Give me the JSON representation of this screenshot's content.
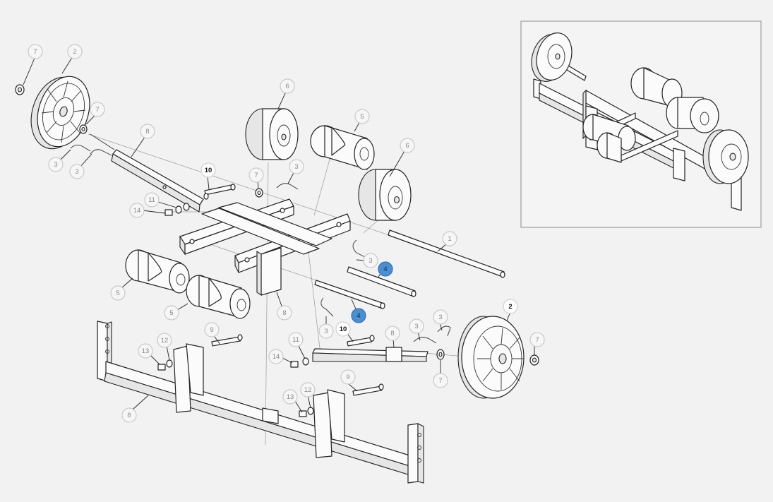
{
  "diagram": {
    "callouts": [
      {
        "id": "c7a",
        "label": "7",
        "style": "normal"
      },
      {
        "id": "c2a",
        "label": "2",
        "style": "normal"
      },
      {
        "id": "c7b",
        "label": "7",
        "style": "normal"
      },
      {
        "id": "c8a",
        "label": "8",
        "style": "normal"
      },
      {
        "id": "c3a",
        "label": "3",
        "style": "normal"
      },
      {
        "id": "c3b",
        "label": "3",
        "style": "normal"
      },
      {
        "id": "c6a",
        "label": "6",
        "style": "normal"
      },
      {
        "id": "c5a",
        "label": "5",
        "style": "normal"
      },
      {
        "id": "c6b",
        "label": "6",
        "style": "normal"
      },
      {
        "id": "c10a",
        "label": "10",
        "style": "dark"
      },
      {
        "id": "c7c",
        "label": "7",
        "style": "normal"
      },
      {
        "id": "c3c",
        "label": "3",
        "style": "normal"
      },
      {
        "id": "c11a",
        "label": "11",
        "style": "normal"
      },
      {
        "id": "c14a",
        "label": "14",
        "style": "normal"
      },
      {
        "id": "c1",
        "label": "1",
        "style": "normal"
      },
      {
        "id": "c3d",
        "label": "3",
        "style": "normal"
      },
      {
        "id": "c4a",
        "label": "4",
        "style": "highlight"
      },
      {
        "id": "c5b",
        "label": "5",
        "style": "normal"
      },
      {
        "id": "c5c",
        "label": "5",
        "style": "normal"
      },
      {
        "id": "c8b",
        "label": "8",
        "style": "normal"
      },
      {
        "id": "c4b",
        "label": "4",
        "style": "highlight"
      },
      {
        "id": "c3e",
        "label": "3",
        "style": "normal"
      },
      {
        "id": "c10b",
        "label": "10",
        "style": "dark"
      },
      {
        "id": "c3f",
        "label": "3",
        "style": "normal"
      },
      {
        "id": "c3g",
        "label": "3",
        "style": "normal"
      },
      {
        "id": "c2b",
        "label": "2",
        "style": "dark"
      },
      {
        "id": "c9a",
        "label": "9",
        "style": "normal"
      },
      {
        "id": "c12a",
        "label": "12",
        "style": "normal"
      },
      {
        "id": "c13a",
        "label": "13",
        "style": "normal"
      },
      {
        "id": "c11b",
        "label": "11",
        "style": "normal"
      },
      {
        "id": "c8c",
        "label": "8",
        "style": "normal"
      },
      {
        "id": "c7d",
        "label": "7",
        "style": "normal"
      },
      {
        "id": "c14b",
        "label": "14",
        "style": "normal"
      },
      {
        "id": "c7e",
        "label": "7",
        "style": "normal"
      },
      {
        "id": "c9b",
        "label": "9",
        "style": "normal"
      },
      {
        "id": "c12b",
        "label": "12",
        "style": "normal"
      },
      {
        "id": "c13b",
        "label": "13",
        "style": "normal"
      },
      {
        "id": "c8d",
        "label": "8",
        "style": "normal"
      }
    ]
  },
  "colors": {
    "background": "#f2f2f2",
    "line": "#222222",
    "callout_fill": "#f6f6f6",
    "callout_text": "#8a8a8a",
    "highlight": "#4a90d0"
  }
}
